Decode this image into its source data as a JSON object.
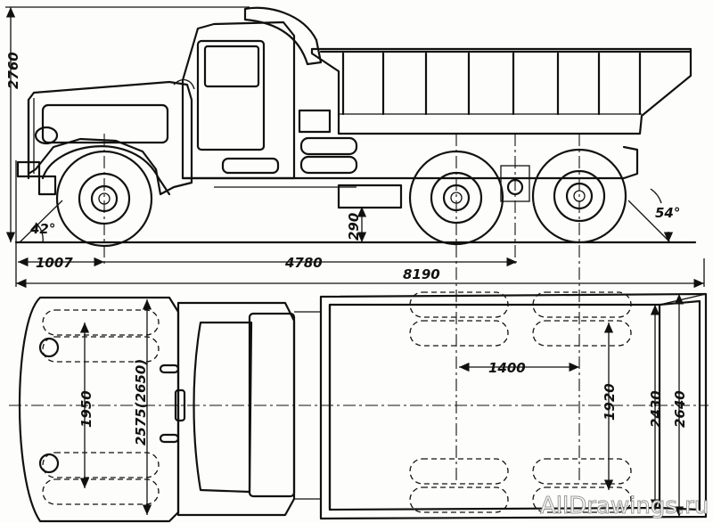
{
  "dimensions": {
    "height_total": "2760",
    "front_overhang": "1007",
    "wheelbase": "4780",
    "length_total": "8190",
    "ground_clearance": "290",
    "approach_angle": "42°",
    "departure_angle": "54°",
    "rear_bogie_spacing": "1400",
    "front_track": "1950",
    "cab_width": "2575(2650)",
    "rear_track": "1920",
    "body_width": "2430",
    "width_total": "2640"
  },
  "watermark": "AllDrawings.ru"
}
